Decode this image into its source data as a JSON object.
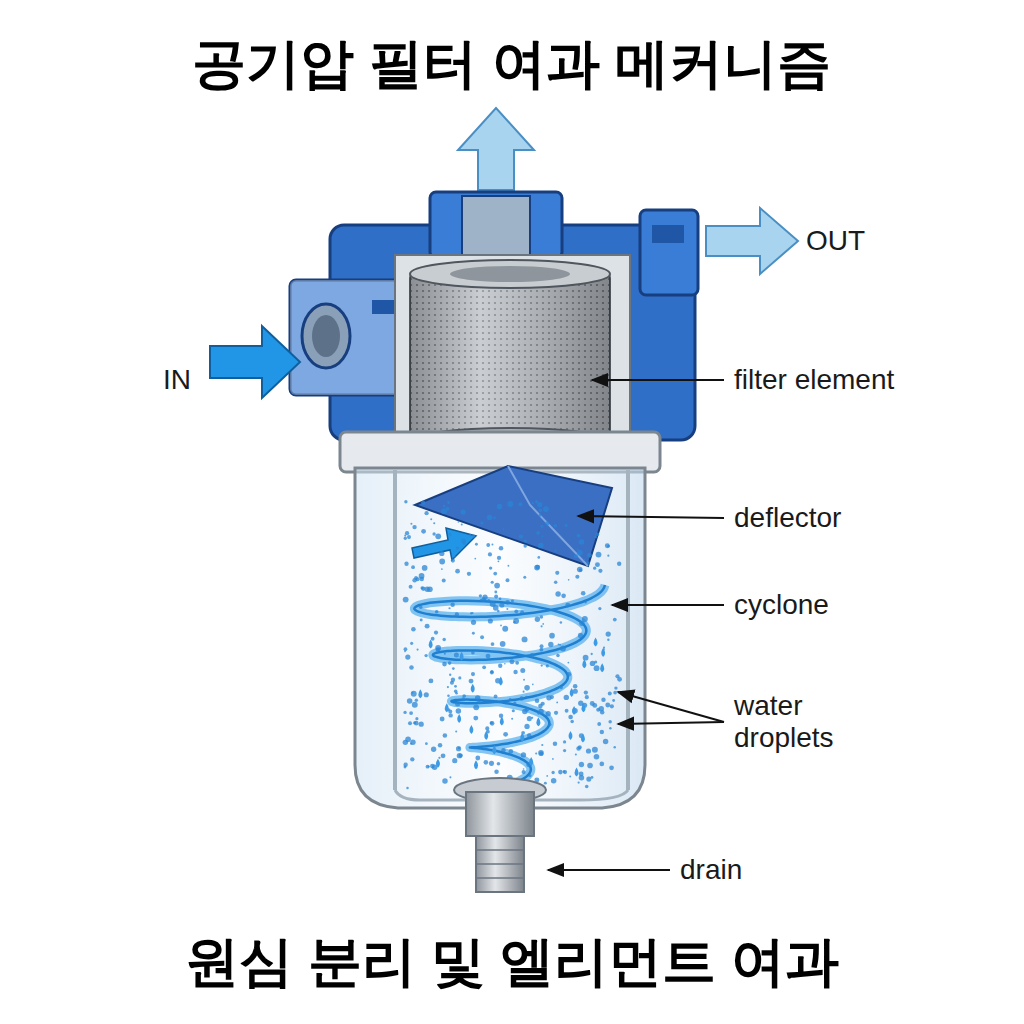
{
  "diagram": {
    "title": "공기압 필터 여과 메커니즘",
    "caption": "원심 분리 및 엘리먼트 여과",
    "labels": [
      "IN",
      "OUT",
      "filter element",
      "deflector",
      "cyclone",
      "water droplets",
      "drain"
    ]
  }
}
